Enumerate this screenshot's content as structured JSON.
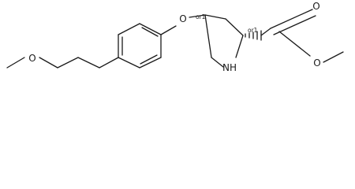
{
  "molecule": {
    "atoms": {
      "methoxy_oxygen": "O",
      "ether_oxygen": "O",
      "ring_nitrogen": "NH",
      "carbonyl_oxygen": "O",
      "ester_oxygen": "O"
    },
    "stereo_labels": {
      "c4": "or1",
      "c2": "or1"
    }
  }
}
